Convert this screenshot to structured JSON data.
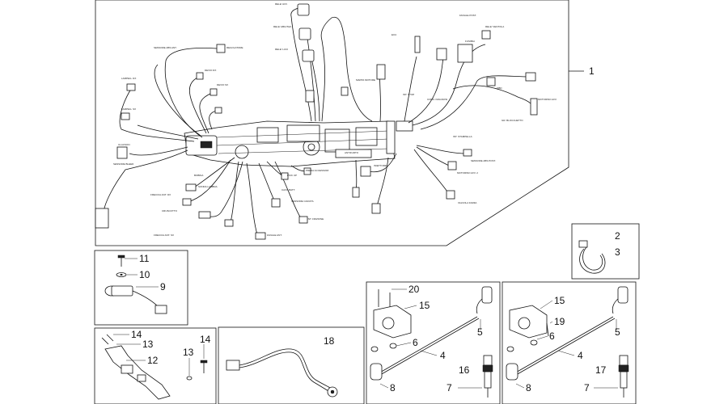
{
  "callouts": {
    "c1": "1",
    "c2": "2",
    "c3": "3",
    "c9": "9",
    "c10": "10",
    "c11": "11",
    "c12": "12",
    "c13a": "13",
    "c13b": "13",
    "c14a": "14",
    "c14b": "14",
    "c18": "18",
    "c20": "20",
    "c15a": "15",
    "c6a": "6",
    "c5a": "5",
    "c4a": "4",
    "c16": "16",
    "c8a": "8",
    "c7a": "7",
    "c15b": "15",
    "c19": "19",
    "c6b": "6",
    "c5b": "5",
    "c4b": "4",
    "c17": "17",
    "c8b": "8",
    "c7b": "7"
  },
  "harness_labels": {
    "l01": "RELE' AVV.",
    "l02": "RELE' ABILITAZ.",
    "l03": "RELE' LUCI",
    "l04": "FANALE POST.",
    "l05": "FUSIBILI",
    "l06": "SENSORE ABS ANT.",
    "l07": "REGOLATORE",
    "l08": "LAMPEG. DX",
    "l09": "DEVIO DX",
    "l10": "DEVIO SX",
    "l11": "LAMPEG. SX",
    "l12": "CLACSON",
    "l13": "SENSORE BLEED",
    "l14": "MOTORINO AVV.",
    "l15": "OBD",
    "l16": "SENSORE ABS POST.",
    "l17": "INT. STAMPELLA",
    "l18": "MOTORINO AVV. 2",
    "l19": "VALVOLA FARFA",
    "l20": "BOBINA",
    "l21": "PICK UP",
    "l22": "SENSORE CADUTA",
    "l23": "INT. FRIZIONE",
    "l24": "SONDA LAMBDA",
    "l25": "FRECCIA ANT. DX",
    "l26": "FRECCIA ANT. SX",
    "l27": "CRUSCOTTO",
    "l28": "INT. STOP",
    "l29": "CONN. DIAGNOSI",
    "l30": "PRESA ACCESSORI",
    "l31": "INIETTORE",
    "l32": "FANALE ANT.",
    "l33": "MAPPA MOTORE",
    "l34": "CAVO BATT.",
    "l35": "ECU",
    "l36": "ANTIFURTO",
    "l37": "RELE' VENTOLA",
    "l38": "GR. BLOCCHETTO"
  },
  "icons": {
    "clamp": "cable-clamp-icon",
    "screw": "screw-icon",
    "washer": "washer-icon",
    "sensor": "speed-sensor-icon",
    "coil": "ignition-coil-icon",
    "plug": "spark-plug-icon",
    "cap": "spark-plug-cap-icon",
    "cable": "ht-cable-icon"
  }
}
